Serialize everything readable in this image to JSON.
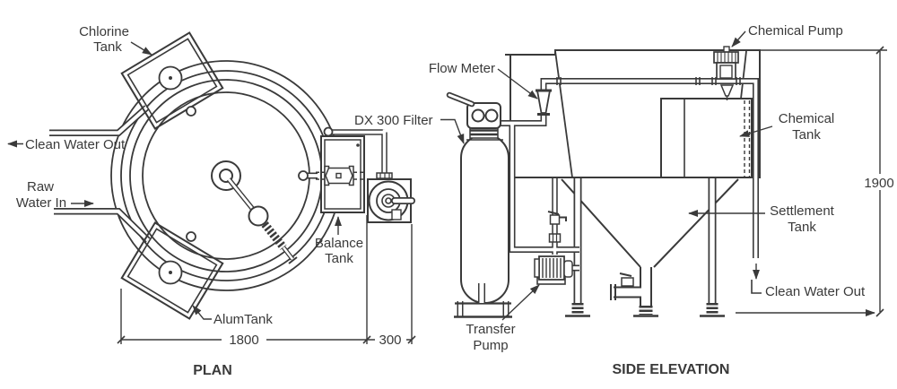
{
  "page": {
    "background": "#ffffff",
    "ink_color": "#3a3a3a"
  },
  "plan": {
    "title": "PLAN",
    "labels": {
      "chlorine_tank_line1": "Chlorine",
      "chlorine_tank_line2": "Tank",
      "clean_water_out": "Clean Water Out",
      "raw_water_in_line1": "Raw",
      "raw_water_in_line2": "Water In",
      "alum_tank": "AlumTank",
      "balance_tank_line1": "Balance",
      "balance_tank_line2": "Tank",
      "dx300_filter": "DX 300 Filter"
    },
    "dimensions": {
      "tank_diameter": "1800",
      "filter_offset": "300"
    }
  },
  "side_elevation": {
    "title": "SIDE ELEVATION",
    "labels": {
      "flow_meter": "Flow Meter",
      "chemical_pump": "Chemical Pump",
      "chemical_tank_line1": "Chemical",
      "chemical_tank_line2": "Tank",
      "settlement_tank_line1": "Settlement",
      "settlement_tank_line2": "Tank",
      "clean_water_out": "Clean Water Out",
      "transfer_pump_line1": "Transfer",
      "transfer_pump_line2": "Pump"
    },
    "dimensions": {
      "overall_height": "1900"
    }
  }
}
